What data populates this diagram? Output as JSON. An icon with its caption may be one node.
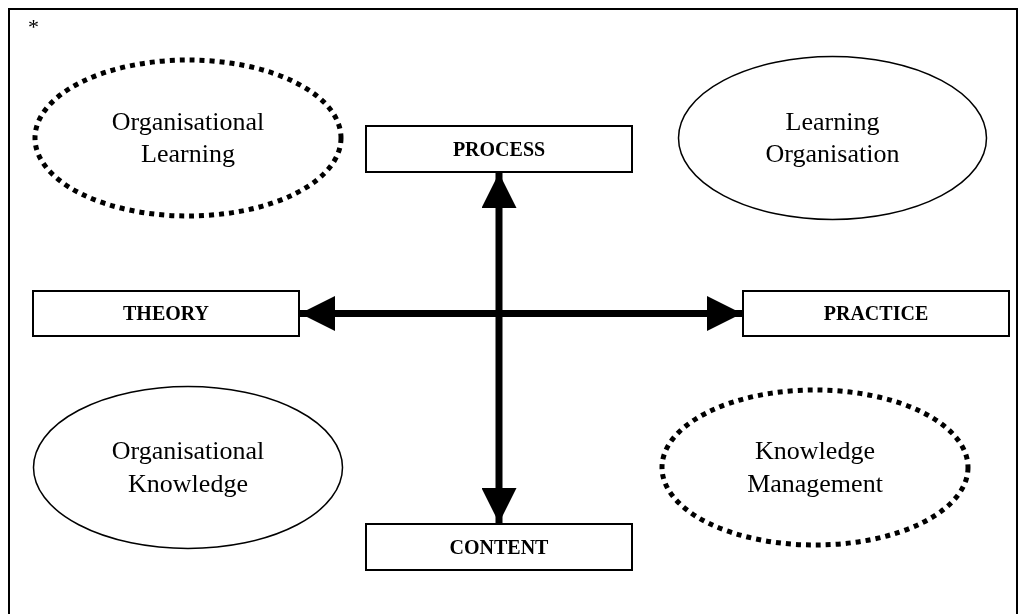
{
  "diagram": {
    "nodes": [
      {
        "text": [
          "Organisational Learning"
        ]
      },
      {
        "text": [
          "PROCESS"
        ]
      },
      {
        "text": [
          "Learning Organisation"
        ]
      },
      {
        "text": [
          "THEORY"
        ]
      },
      {
        "text": [
          "PRACTICE"
        ]
      },
      {
        "text": [
          "Organisational Knowledge"
        ]
      },
      {
        "text": [
          "Knowledge Management"
        ]
      },
      {
        "text": [
          "CONTENT"
        ]
      }
    ],
    "edges": [
      {
        "from": 3,
        "to": 4,
        "arrow": "both"
      },
      {
        "from": 1,
        "to": 7,
        "arrow": "both"
      }
    ],
    "labels": [
      "*"
    ]
  }
}
